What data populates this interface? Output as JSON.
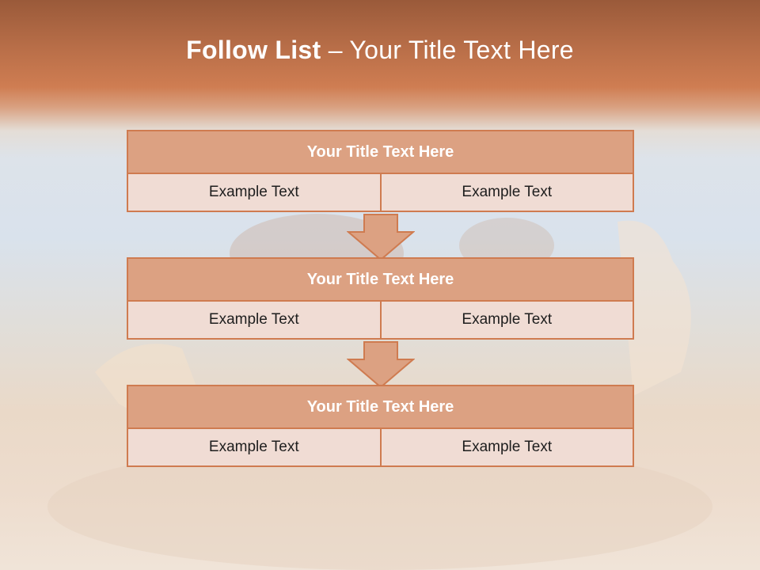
{
  "slide": {
    "title_bold": "Follow List",
    "title_rest": " – Your Title Text Here"
  },
  "blocks": [
    {
      "title": "Your Title Text Here",
      "left": "Example Text",
      "right": "Example Text"
    },
    {
      "title": "Your Title Text Here",
      "left": "Example Text",
      "right": "Example Text"
    },
    {
      "title": "Your Title Text Here",
      "left": "Example Text",
      "right": "Example Text"
    }
  ],
  "colors": {
    "header_fill": "#dca182",
    "cell_fill": "#f0dcd4",
    "border": "#cf7b50",
    "arrow_fill": "#dca182"
  },
  "icons": {
    "connector": "down-arrow-icon"
  }
}
